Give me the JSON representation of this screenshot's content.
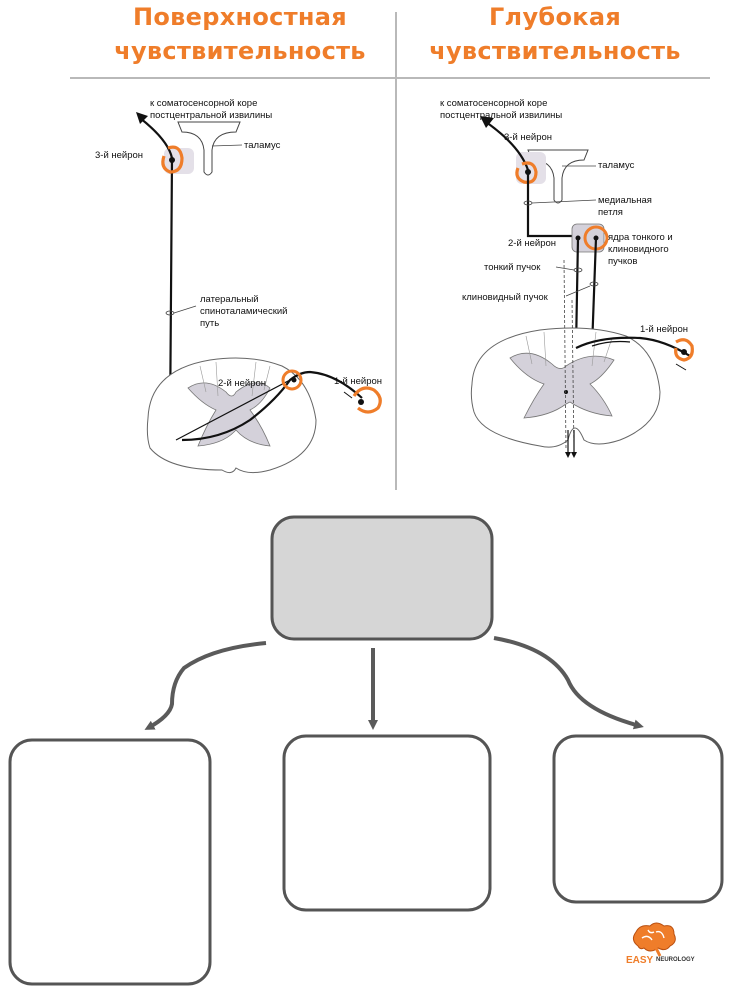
{
  "header": {
    "left_title": "Поверхностная чувствительность",
    "right_title": "Глубокая чувствительность"
  },
  "left_diagram": {
    "cortex_label_1": "к соматосенсорной коре",
    "cortex_label_2": "постцентральной извилины",
    "neuron3": "3-й нейрон",
    "thalamus": "таламус",
    "tract_1": "латеральный",
    "tract_2": "спиноталамический",
    "tract_3": "путь",
    "neuron2": "2-й нейрон",
    "neuron1": "1-й нейрон"
  },
  "right_diagram": {
    "cortex_label_1": "к соматосенсорной коре",
    "cortex_label_2": "постцентральной извилины",
    "neuron3": "3-й нейрон",
    "thalamus": "таламус",
    "lemniscus_1": "медиальная",
    "lemniscus_2": "петля",
    "neuron2": "2-й нейрон",
    "nuclei_1": "ядра тонкого и",
    "nuclei_2": "клиновидного",
    "nuclei_3": "пучков",
    "gracile": "тонкий пучок",
    "cuneate": "клиновидный пучок",
    "neuron1": "1-й нейрон"
  },
  "logo": {
    "word_1": "EASY",
    "word_2": "NEUROLOGY"
  },
  "colors": {
    "accent": "#ef7d2a",
    "box_fill_top": "#d6d6d6",
    "box_stroke": "#555555",
    "arrow": "#5a5a5a"
  }
}
